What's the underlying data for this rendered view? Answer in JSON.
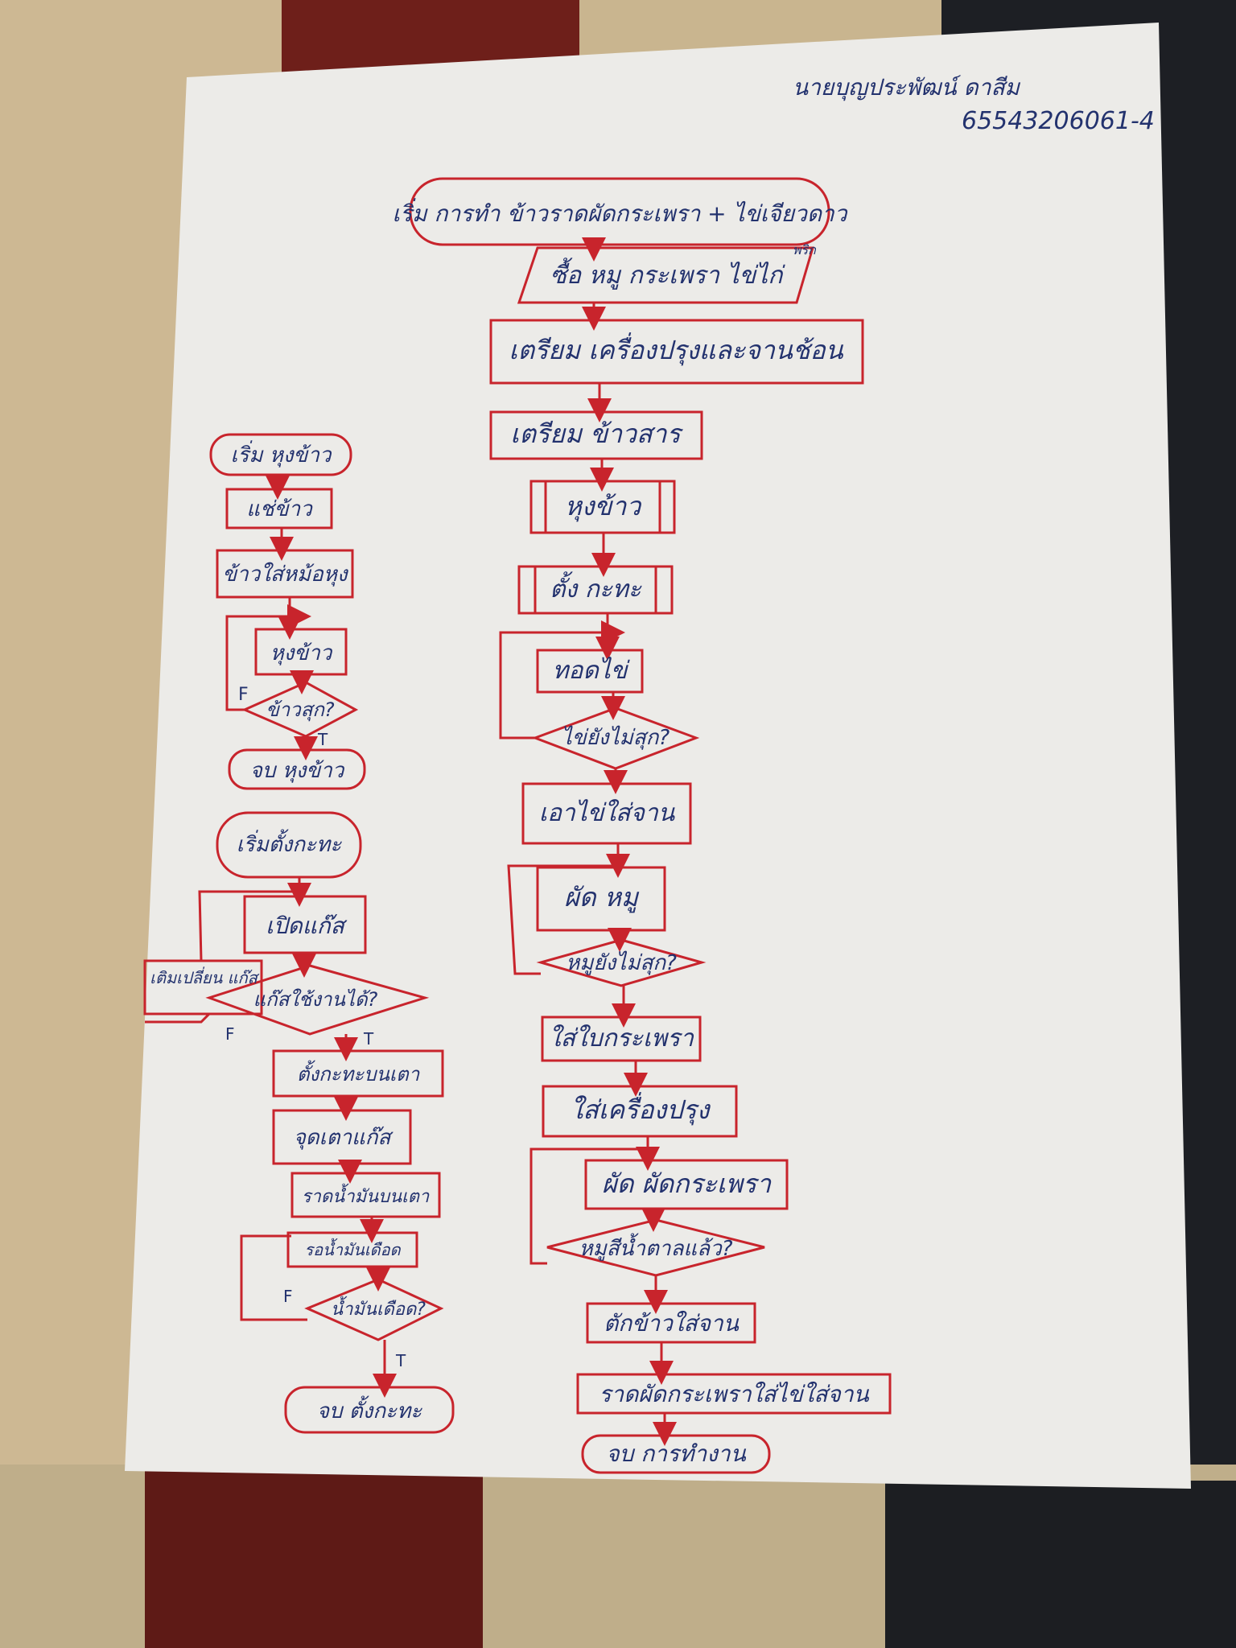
{
  "author": {
    "name": "นายบุญประพัฒน์ ดาสีม",
    "student_id": "65543206061-4"
  },
  "colors": {
    "ink_red": "#c8242c",
    "ink_blue": "#23326e",
    "paper": "#ecebe8"
  },
  "main_flow": {
    "start": "เริ่ม การทำ ข้าวราดผัดกระเพรา + ไข่เจียวดาว",
    "buy": "ซื้อ หมู กระเพรา ไข่ไก่",
    "buy_extra": "พริก",
    "prepare_tools": "เตรียม เครื่องปรุงและจานช้อน",
    "prepare_rice": "เตรียม ข้าวสาร",
    "cook_rice": "หุงข้าว",
    "set_pan": "ตั้ง กะทะ",
    "fry_egg": "ทอดไข่",
    "egg_check": "ไข่ยังไม่สุก?",
    "egg_to_plate": "เอาไข่ใส่จาน",
    "stir_pork": "ผัด หมู",
    "pork_check": "หมูยังไม่สุก?",
    "add_basil": "ใส่ใบกระเพรา",
    "add_seasoning": "ใส่เครื่องปรุง",
    "stir_basil": "ผัด ผัดกระเพรา",
    "color_check": "หมูสีน้ำตาลแล้ว?",
    "scoop_rice": "ตักข้าวใส่จาน",
    "serve": "ราดผัดกระเพราใส่ไข่ใส่จาน",
    "end": "จบ การทำงาน"
  },
  "rice_flow": {
    "start": "เริ่ม หุงข้าว",
    "wash": "แช่ข้าว",
    "to_pot": "ข้าวใส่หม้อหุง",
    "cook": "หุงข้าว",
    "check": "ข้าวสุก?",
    "f_label": "F",
    "t_label": "T",
    "end": "จบ หุงข้าว"
  },
  "pan_flow": {
    "start": "เริ่มตั้งกะทะ",
    "gas_on": "เปิดแก๊ส",
    "refill": "เติมเปลี่ยน แก๊ส",
    "gas_check": "แก๊สใช้งานได้?",
    "f_label": "F",
    "t_label": "T",
    "pan_on_stove": "ตั้งกะทะบนเตา",
    "light_gas": "จุดเตาแก๊ส",
    "pour_oil": "ราดน้ำมันบนเตา",
    "heat_oil": "รอน้ำมันเดือด",
    "oil_check": "น้ำมันเดือด?",
    "f_label2": "F",
    "t_label2": "T",
    "end": "จบ ตั้งกะทะ"
  }
}
